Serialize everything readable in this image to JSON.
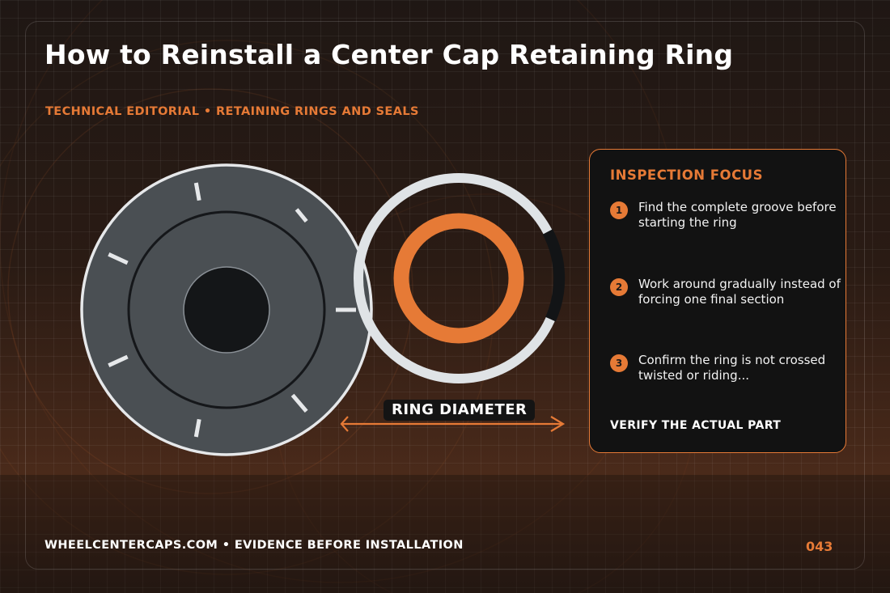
{
  "header": {
    "title": "How to Reinstall a Center Cap Retaining Ring",
    "subtitle": "TECHNICAL EDITORIAL • RETAINING RINGS AND SEALS"
  },
  "illustration": {
    "ring_label": "RING DIAMETER"
  },
  "panel": {
    "title": "INSPECTION FOCUS",
    "steps": [
      {
        "num": "1",
        "text": "Find the complete groove before starting the ring"
      },
      {
        "num": "2",
        "text": "Work around gradually instead of forcing one final section"
      },
      {
        "num": "3",
        "text": "Confirm the ring is not crossed twisted or riding..."
      }
    ],
    "footer": "VERIFY THE ACTUAL PART"
  },
  "footer": {
    "text": "WHEELCENTERCAPS.COM • EVIDENCE BEFORE INSTALLATION",
    "page_number": "043"
  },
  "colors": {
    "accent": "#e67a36",
    "cap_gray": "#4a4f53",
    "ring_light": "#dfe3e6",
    "panel_bg": "#121212"
  }
}
